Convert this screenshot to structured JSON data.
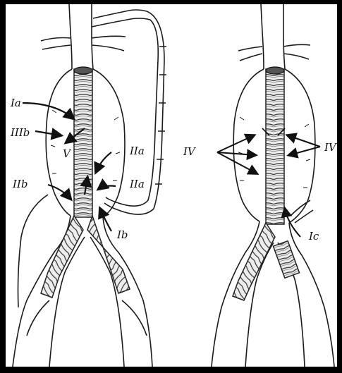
{
  "labels": {
    "ia": "Ia",
    "iiib": "IIIb",
    "v": "V",
    "iib": "IIb",
    "iia_inner": "IIa",
    "iia_outer": "IIa",
    "ib": "Ib",
    "iv_left": "IV",
    "iv_right": "IV",
    "ic": "Ic"
  },
  "colors": {
    "frame": "#000000",
    "panel": "#ffffff",
    "ink": "#1a1a1a",
    "graft_fill": "#e8e8e8",
    "graft_ring": "#444444"
  }
}
